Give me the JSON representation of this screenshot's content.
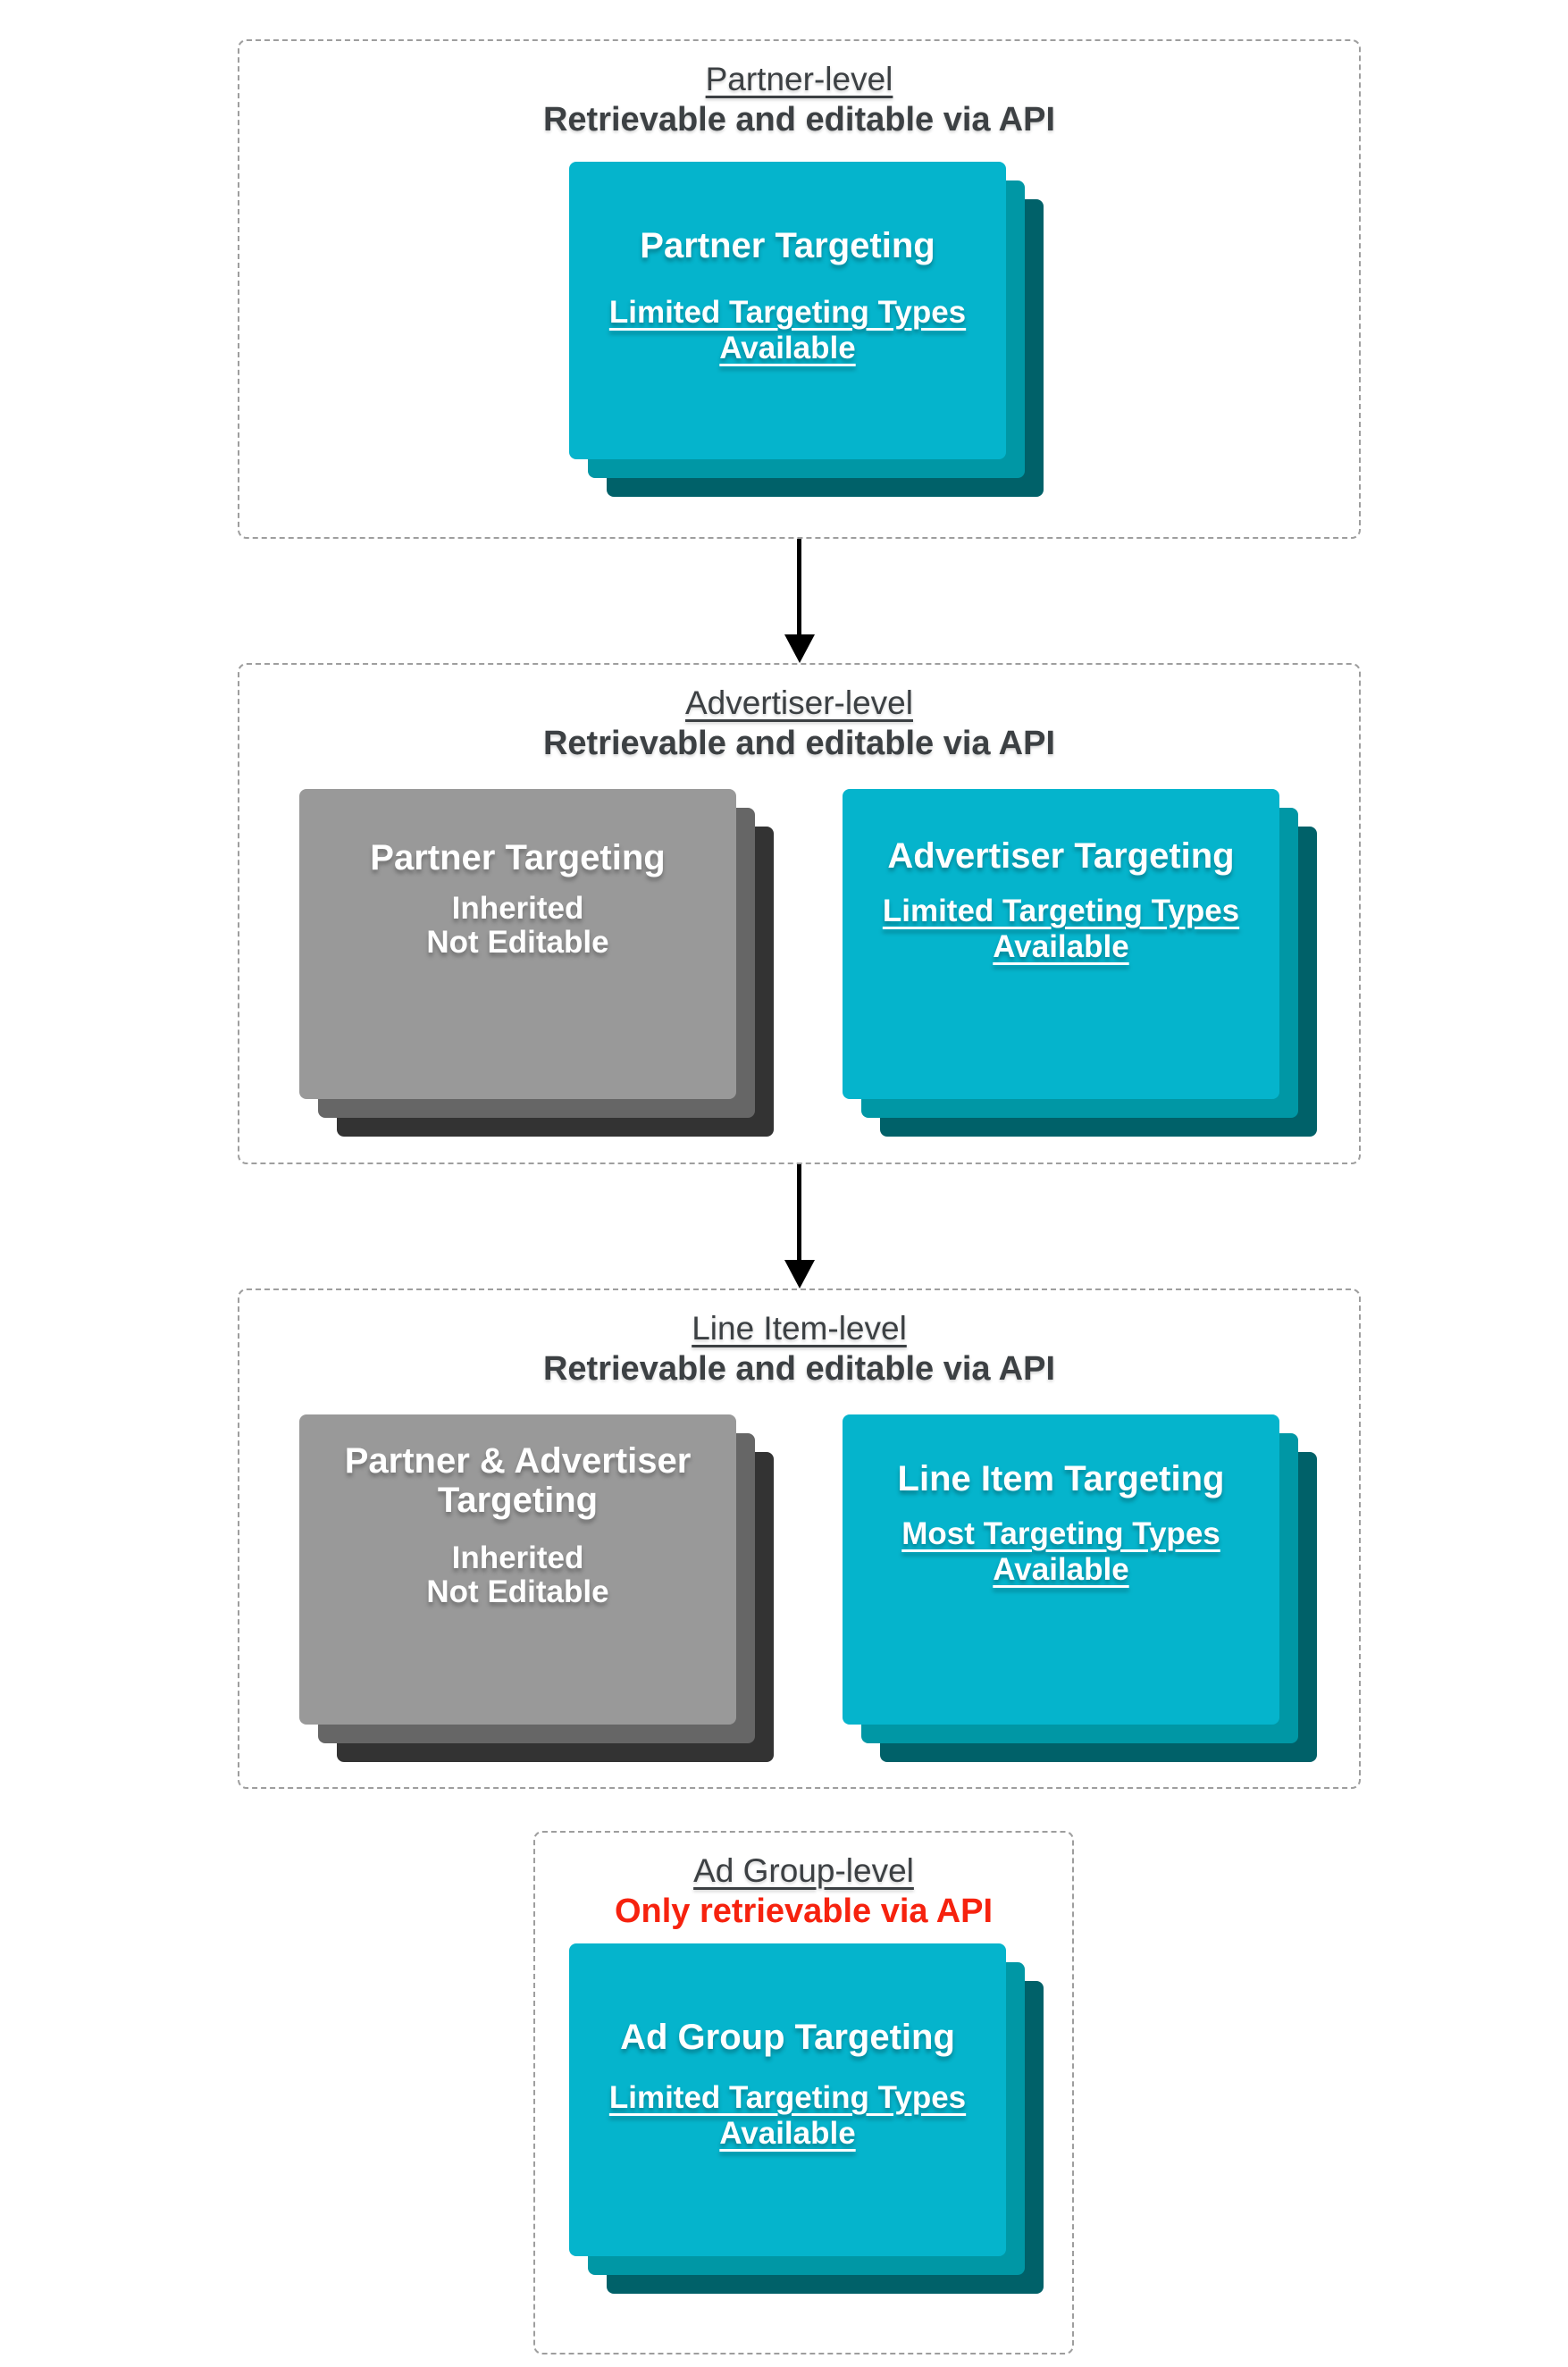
{
  "colors": {
    "section_border": "#9e9e9e",
    "header_text": "#3c4043",
    "warning_text": "#f6220e",
    "cyan_card": "#05b4cc",
    "cyan_shadow_mid": "#0097a5",
    "cyan_shadow_back": "#006169",
    "gray_card": "#999999",
    "gray_shadow_mid": "#666666",
    "gray_shadow_back": "#333333",
    "card_text": "#ffffff",
    "arrow": "#000000"
  },
  "sections": [
    {
      "title": "Partner-level",
      "subtitle": "Retrievable and editable via API",
      "subtitle_style": "default",
      "cards": [
        {
          "theme": "cyan",
          "title": "Partner Targeting",
          "lines": [
            "Limited Targeting Types",
            "Available"
          ],
          "underline_lines": true
        }
      ]
    },
    {
      "title": "Advertiser-level",
      "subtitle": "Retrievable and editable via API",
      "subtitle_style": "default",
      "cards": [
        {
          "theme": "gray",
          "title": "Partner Targeting",
          "lines": [
            "Inherited",
            "Not Editable"
          ],
          "underline_lines": false
        },
        {
          "theme": "cyan",
          "title": "Advertiser Targeting",
          "lines": [
            "Limited Targeting Types",
            "Available"
          ],
          "underline_lines": true
        }
      ]
    },
    {
      "title": "Line Item-level",
      "subtitle": "Retrievable and editable via API",
      "subtitle_style": "default",
      "cards": [
        {
          "theme": "gray",
          "title": "Partner & Advertiser Targeting",
          "lines": [
            "Inherited",
            "Not Editable"
          ],
          "underline_lines": false
        },
        {
          "theme": "cyan",
          "title": "Line Item Targeting",
          "lines": [
            "Most Targeting Types",
            "Available"
          ],
          "underline_lines": true
        }
      ]
    },
    {
      "title": "Ad Group-level",
      "subtitle": "Only retrievable via API",
      "subtitle_style": "warning",
      "cards": [
        {
          "theme": "cyan",
          "title": "Ad Group Targeting",
          "lines": [
            "Limited Targeting Types",
            "Available"
          ],
          "underline_lines": true
        }
      ]
    }
  ],
  "arrows": [
    {
      "from": "Partner-level",
      "to": "Advertiser-level"
    },
    {
      "from": "Advertiser-level",
      "to": "Line Item-level"
    }
  ]
}
